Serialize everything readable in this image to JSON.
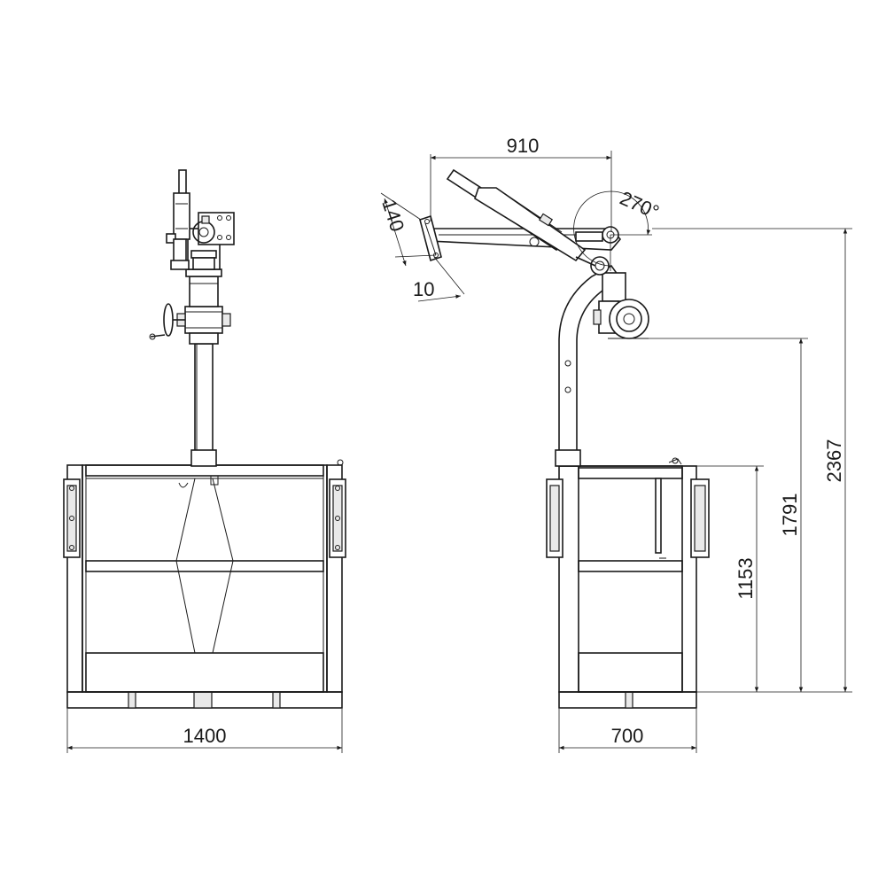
{
  "front_view": {
    "width_label": "1400"
  },
  "side_view": {
    "width_label": "700",
    "reach_label": "910",
    "rotation_label": "270°",
    "offset_label": "140",
    "small_offset_label": "10",
    "height_basket_label": "1153",
    "height_arm_label": "1791",
    "height_total_label": "2367"
  }
}
